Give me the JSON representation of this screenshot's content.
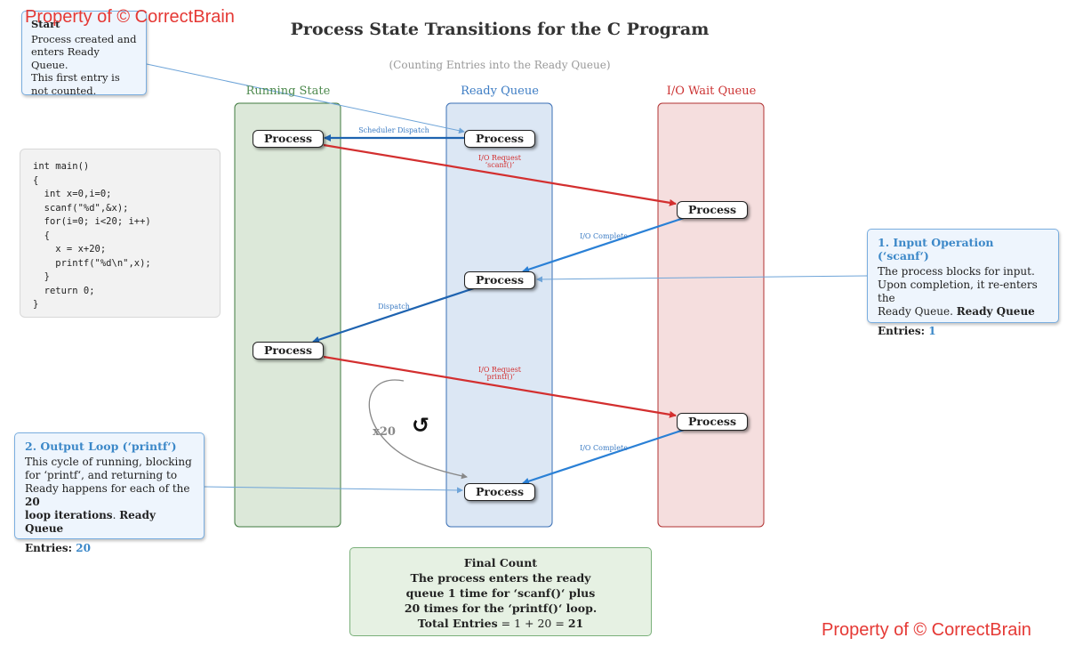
{
  "title": "Process State Transitions for the C Program",
  "subtitle": "(Counting Entries into the Ready Queue)",
  "watermark": "Property of © CorrectBrain",
  "colors": {
    "running": "#4e8a4e",
    "ready": "#3c7cc4",
    "io": "#cc3333",
    "callout_accent": "#3c88c8"
  },
  "lanes": {
    "running_label": "Running State",
    "ready_label": "Ready Queue",
    "io_label": "I/O Wait Queue"
  },
  "process_label": "Process",
  "code_lines": [
    "int main()",
    "{",
    "  int x=0,i=0;",
    "  scanf(\"%d\",&x);",
    "  for(i=0; i<20; i++)",
    "  {",
    "    x = x+20;",
    "    printf(\"%d\\n\",x);",
    "  }",
    "  return 0;",
    "}"
  ],
  "start_box": {
    "heading": "Start",
    "lines": [
      "Process created and",
      "enters Ready Queue.",
      "This first entry is",
      "not counted."
    ]
  },
  "input_box": {
    "heading": "1. Input Operation (‘scanf‘)",
    "lines": [
      "The process blocks for input.",
      "Upon completion, it re-enters the"
    ],
    "line3": "Ready Queue. ",
    "line3_bold": "Ready Queue",
    "entries_label": "Entries: ",
    "entries_value": "1"
  },
  "output_box": {
    "heading": "2. Output Loop (‘printf‘)",
    "lines": [
      "This cycle of running, blocking",
      "for ‘printf‘, and returning to"
    ],
    "line3": "Ready happens for each of the ",
    "line3_bold": "20",
    "line4_bold": "loop iterations",
    "line4_rest": ". ",
    "line4_bold2": "Ready Queue",
    "entries_label": "Entries: ",
    "entries_value": "20"
  },
  "edge_labels": {
    "scheduler_dispatch": "Scheduler Dispatch",
    "io_request_1": "I/O Request",
    "io_request_1_sub": "‘scanf()’",
    "io_complete_1": "I/O Complete",
    "dispatch": "Dispatch",
    "io_request_2": "I/O Request",
    "io_request_2_sub": "‘printf()’",
    "io_complete_2": "I/O Complete",
    "loop_count": "x20",
    "loop_icon": "↺"
  },
  "final_box": {
    "heading": "Final Count",
    "lines": [
      "The process enters the ready",
      "queue 1 time for ‘scanf()‘ plus",
      "20 times for the ‘printf()‘ loop."
    ],
    "total_label": "Total Entries",
    "total_expr": " = 1 + 20 = ",
    "total_value": "21"
  }
}
